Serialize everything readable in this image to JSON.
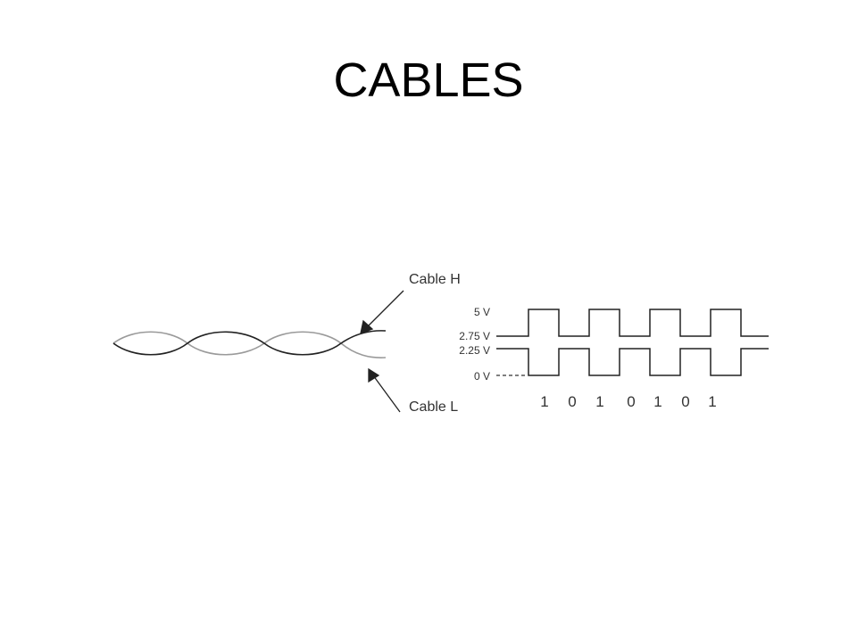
{
  "slide": {
    "title": "CABLES"
  },
  "diagram": {
    "cable_high_label": "Cable H",
    "cable_low_label": "Cable L",
    "voltage_labels": [
      "5 V",
      "2.75 V",
      "2.25 V",
      "0 V"
    ],
    "bits": [
      "1",
      "0",
      "1",
      "0",
      "1",
      "0",
      "1"
    ],
    "colors": {
      "cable_high": "#222222",
      "cable_low": "#9a9a9a",
      "label": "#333333"
    }
  }
}
